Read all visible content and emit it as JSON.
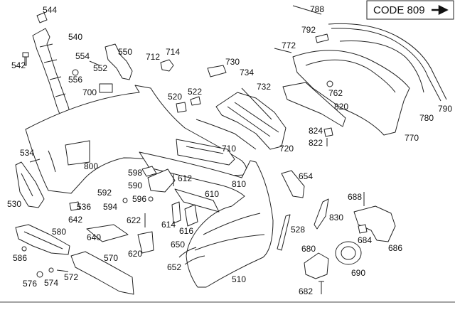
{
  "code_box": {
    "label": "CODE 809",
    "arrow_icon": "right-arrow-icon"
  },
  "callouts": [
    {
      "id": "544",
      "label": "544"
    },
    {
      "id": "540",
      "label": "540"
    },
    {
      "id": "542",
      "label": "542"
    },
    {
      "id": "554",
      "label": "554"
    },
    {
      "id": "552",
      "label": "552"
    },
    {
      "id": "556",
      "label": "556"
    },
    {
      "id": "550",
      "label": "550"
    },
    {
      "id": "700",
      "label": "700"
    },
    {
      "id": "712",
      "label": "712"
    },
    {
      "id": "714",
      "label": "714"
    },
    {
      "id": "730",
      "label": "730"
    },
    {
      "id": "734",
      "label": "734"
    },
    {
      "id": "788",
      "label": "788"
    },
    {
      "id": "792",
      "label": "792"
    },
    {
      "id": "772",
      "label": "772"
    },
    {
      "id": "762",
      "label": "762"
    },
    {
      "id": "780",
      "label": "780"
    },
    {
      "id": "790",
      "label": "790"
    },
    {
      "id": "770",
      "label": "770"
    },
    {
      "id": "820",
      "label": "820"
    },
    {
      "id": "824",
      "label": "824"
    },
    {
      "id": "822",
      "label": "822"
    },
    {
      "id": "732",
      "label": "732"
    },
    {
      "id": "520",
      "label": "520"
    },
    {
      "id": "522",
      "label": "522"
    },
    {
      "id": "710",
      "label": "710"
    },
    {
      "id": "720",
      "label": "720"
    },
    {
      "id": "534",
      "label": "534"
    },
    {
      "id": "800",
      "label": "800"
    },
    {
      "id": "530",
      "label": "530"
    },
    {
      "id": "536",
      "label": "536"
    },
    {
      "id": "592",
      "label": "592"
    },
    {
      "id": "598",
      "label": "598"
    },
    {
      "id": "590",
      "label": "590"
    },
    {
      "id": "612",
      "label": "612"
    },
    {
      "id": "596",
      "label": "596"
    },
    {
      "id": "610",
      "label": "610"
    },
    {
      "id": "810",
      "label": "810"
    },
    {
      "id": "654",
      "label": "654"
    },
    {
      "id": "594",
      "label": "594"
    },
    {
      "id": "642",
      "label": "642"
    },
    {
      "id": "622",
      "label": "622"
    },
    {
      "id": "614",
      "label": "614"
    },
    {
      "id": "616",
      "label": "616"
    },
    {
      "id": "580",
      "label": "580"
    },
    {
      "id": "640",
      "label": "640"
    },
    {
      "id": "650",
      "label": "650"
    },
    {
      "id": "620",
      "label": "620"
    },
    {
      "id": "586",
      "label": "586"
    },
    {
      "id": "570",
      "label": "570"
    },
    {
      "id": "652",
      "label": "652"
    },
    {
      "id": "576",
      "label": "576"
    },
    {
      "id": "574",
      "label": "574"
    },
    {
      "id": "572",
      "label": "572"
    },
    {
      "id": "510",
      "label": "510"
    },
    {
      "id": "528",
      "label": "528"
    },
    {
      "id": "830",
      "label": "830"
    },
    {
      "id": "688",
      "label": "688"
    },
    {
      "id": "684",
      "label": "684"
    },
    {
      "id": "686",
      "label": "686"
    },
    {
      "id": "680",
      "label": "680"
    },
    {
      "id": "690",
      "label": "690"
    },
    {
      "id": "682",
      "label": "682"
    }
  ]
}
